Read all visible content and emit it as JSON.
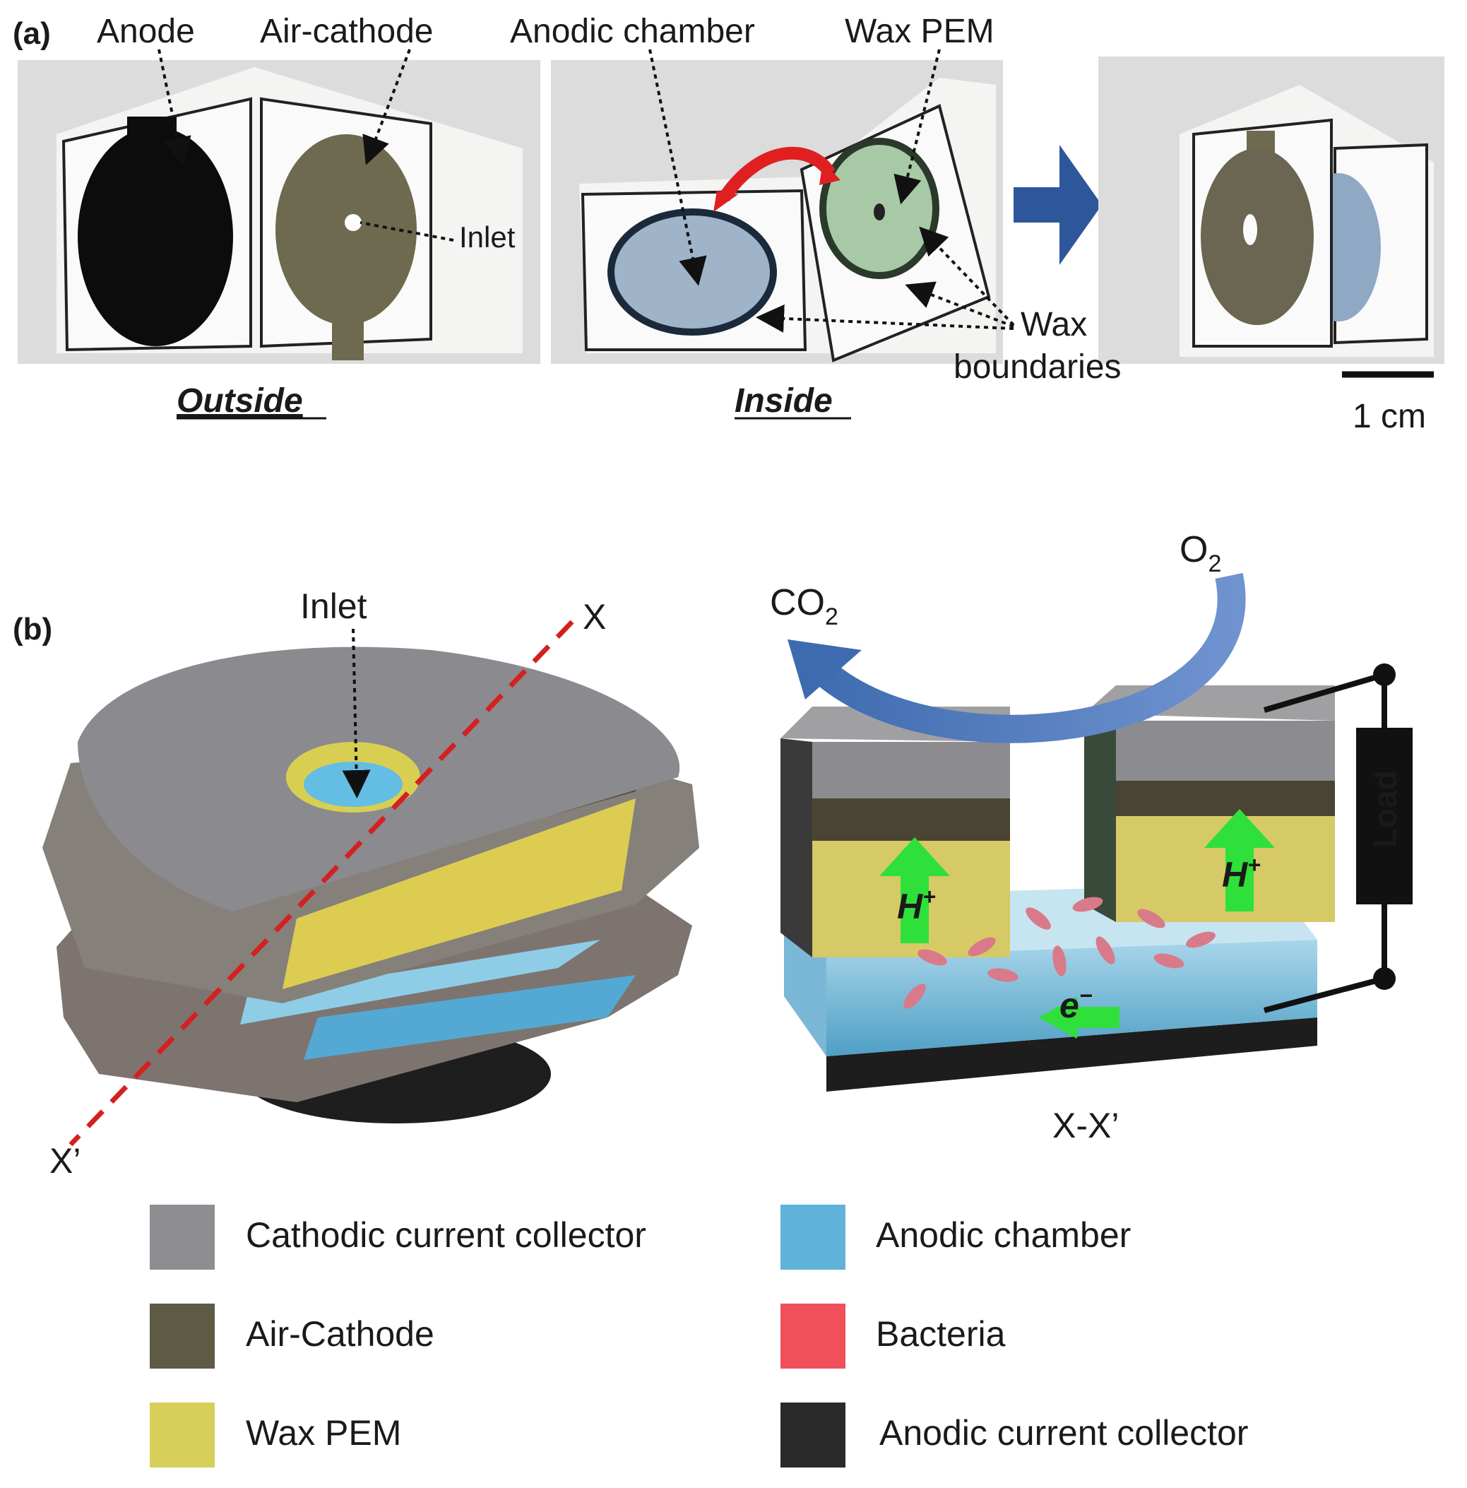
{
  "panel_a": {
    "label": "(a)",
    "anode": "Anode",
    "air_cathode": "Air-cathode",
    "inlet": "Inlet",
    "anodic_chamber": "Anodic chamber",
    "wax_pem": "Wax PEM",
    "wax_boundaries_1": "Wax",
    "wax_boundaries_2": "boundaries",
    "outside": "Outside",
    "inside": "Inside",
    "scale": "1 cm"
  },
  "panel_b": {
    "label": "(b)",
    "inlet": "Inlet",
    "x": "X",
    "x_prime": "X’",
    "co2": "CO",
    "co2_sub": "2",
    "o2": "O",
    "o2_sub": "2",
    "load": "Load",
    "h_plus": "H",
    "h_plus_sup": "+",
    "e_minus": "e",
    "e_minus_sup": "−",
    "section": "X-X’"
  },
  "legend": [
    {
      "label": "Cathodic current collector",
      "color": "#8e8e92"
    },
    {
      "label": "Air-Cathode",
      "color": "#5f5a44"
    },
    {
      "label": "Wax PEM",
      "color": "#d8cf5a"
    },
    {
      "label": "Anodic chamber",
      "color": "#5fb3d9"
    },
    {
      "label": "Bacteria",
      "color": "#f0505a"
    },
    {
      "label": "Anodic current collector",
      "color": "#2a2a2a"
    }
  ]
}
